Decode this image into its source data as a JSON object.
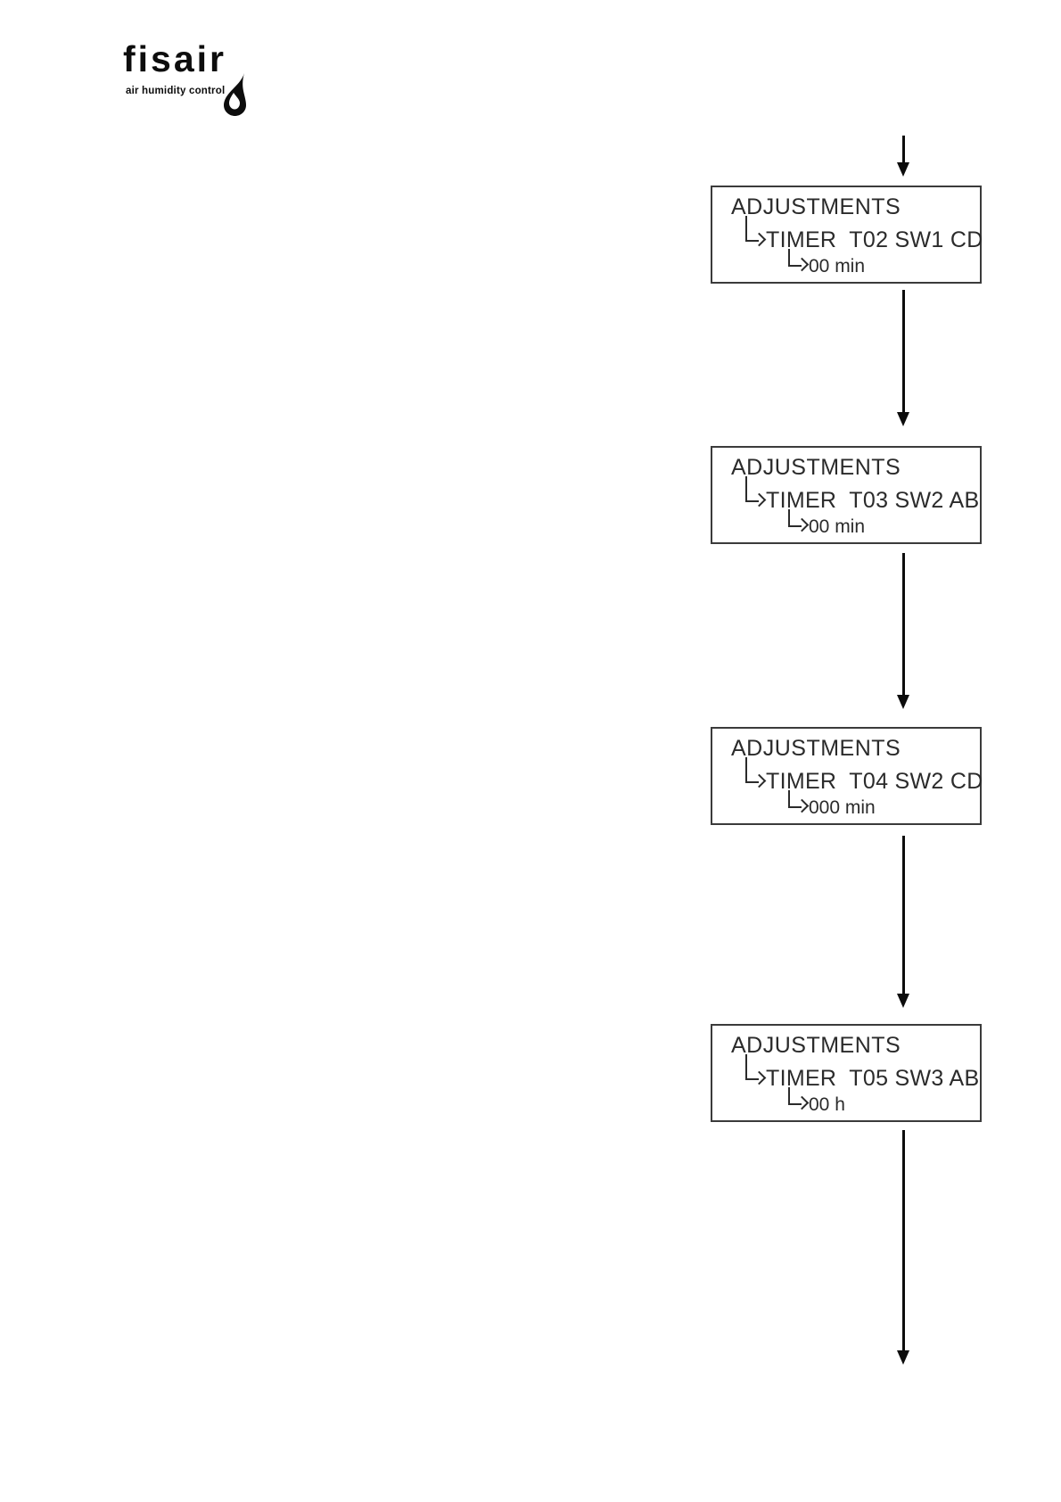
{
  "logo": {
    "brand": "fisair",
    "tagline": "air humidity control",
    "color": "#0d0d0d"
  },
  "flowchart": {
    "box_border_color": "#3b3b3b",
    "text_color": "#2b2b2b",
    "arrow_color": "#0c0c0c",
    "steps": [
      {
        "title": "ADJUSTMENTS",
        "timer": "TIMER  T02 SW1 CD",
        "value": "00 min"
      },
      {
        "title": "ADJUSTMENTS",
        "timer": "TIMER  T03 SW2 AB",
        "value": "00 min"
      },
      {
        "title": "ADJUSTMENTS",
        "timer": "TIMER  T04 SW2 CD",
        "value": "000 min"
      },
      {
        "title": "ADJUSTMENTS",
        "timer": "TIMER  T05 SW3 AB",
        "value": "00 h"
      }
    ]
  }
}
